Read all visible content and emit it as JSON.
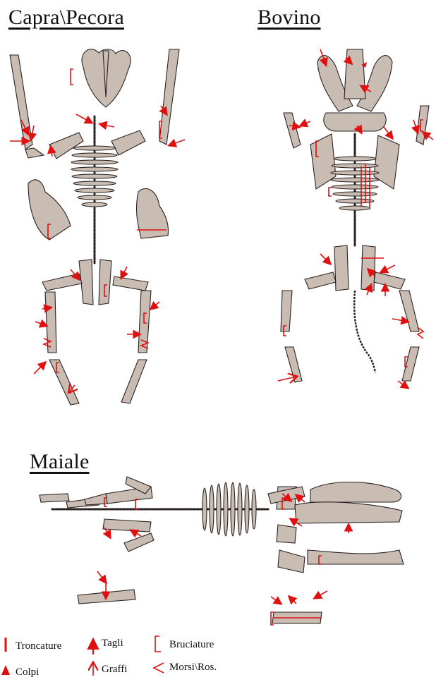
{
  "diagram": {
    "sections": [
      {
        "title": "Capra\\Pecora"
      },
      {
        "title": "Bovino"
      },
      {
        "title": "Maiale"
      }
    ]
  },
  "legend": {
    "troncature": "Troncature",
    "colpi": "Colpi",
    "tagli": "Tagli",
    "graffi": "Graffi",
    "bruciature": "Bruciature",
    "morsi": "Morsi\\Ros."
  },
  "colors": {
    "bone": "#c8bcb3",
    "outline": "#2a2220",
    "mark": "#e01010"
  }
}
